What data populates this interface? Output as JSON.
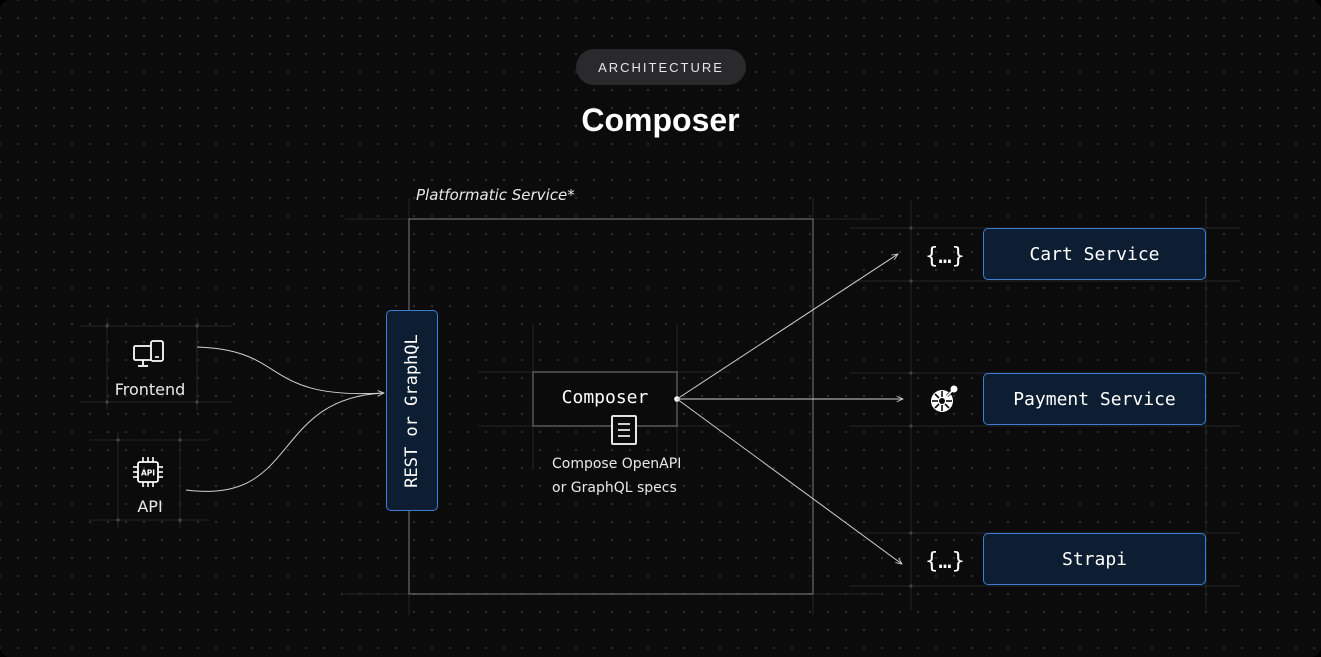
{
  "header": {
    "badge": "ARCHITECTURE",
    "title": "Composer"
  },
  "diagram": {
    "service_container_label": "Platformatic Service*",
    "clients": [
      {
        "label": "Frontend",
        "icon": "desktop-mobile-icon"
      },
      {
        "label": "API",
        "icon": "api-chip-icon"
      }
    ],
    "gateway_label": "REST or GraphQL",
    "composer": {
      "label": "Composer",
      "icon": "document-icon",
      "caption_line1": "Compose OpenAPI",
      "caption_line2": "or GraphQL specs"
    },
    "targets": [
      {
        "label": "Cart Service",
        "icon": "curly-braces-icon"
      },
      {
        "label": "Payment Service",
        "icon": "payment-service-icon"
      },
      {
        "label": "Strapi",
        "icon": "curly-braces-icon"
      }
    ]
  },
  "colors": {
    "background": "#0b0b0c",
    "accent_border": "#3a7fd1",
    "accent_fill": "#0d1e33",
    "connector": "#cfcfcf"
  }
}
